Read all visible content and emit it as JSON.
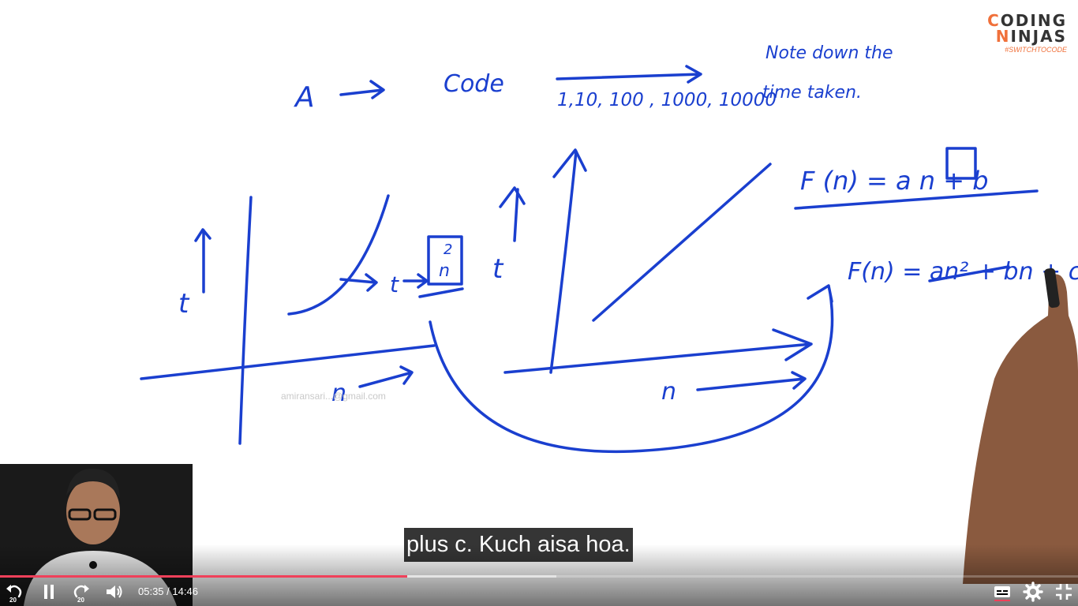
{
  "player": {
    "caption": "plus c. Kuch aisa hoa.",
    "current_time": "05:35",
    "duration": "14:46",
    "time_separator": "/",
    "played_fraction": 0.378,
    "buffered_fraction": 0.516,
    "skip_back_seconds": "20",
    "skip_forward_seconds": "20",
    "accent_color": "#f0405a"
  },
  "logo": {
    "line1_accent": "C",
    "line1_rest": "ODING",
    "line2_accent": "N",
    "line2_rest": "INJAS",
    "tagline": "#SWITCHTOCODE",
    "brand_color": "#f0703a"
  },
  "watermark": "amiransari...@gmail.com",
  "whiteboard": {
    "ink_color": "#1a3fcf",
    "line1_a": "A",
    "line1_code": "Code",
    "line1_values": "1,10, 100 , 1000, 10000",
    "note_line1": "Note down the",
    "note_line2": "time taken.",
    "formula_linear": "F (n) = a n + b",
    "formula_quadratic": "F(n) = an² + bn + c",
    "axis_t": "t",
    "axis_n": "n",
    "arrow_t_label": "t",
    "box_n": "n",
    "box_exp": "2"
  },
  "icons": {
    "skip_back": "skip-back-icon",
    "pause": "pause-icon",
    "skip_forward": "skip-forward-icon",
    "volume": "volume-icon",
    "captions": "captions-icon",
    "settings": "gear-icon",
    "exit_fullscreen": "exit-fullscreen-icon"
  }
}
